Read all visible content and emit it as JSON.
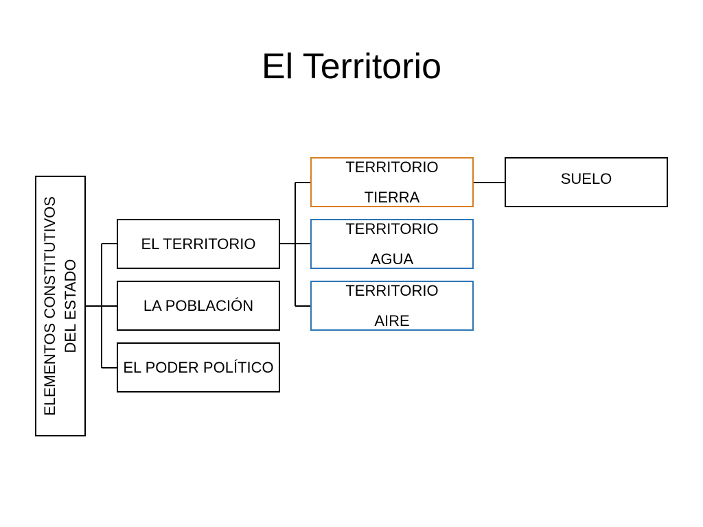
{
  "title": "El Territorio",
  "root": {
    "line1": "ELEMENTOS CONSTITUTIVOS",
    "line2": "DEL ESTADO"
  },
  "level1": [
    {
      "label": "EL TERRITORIO"
    },
    {
      "label": "LA POBLACIÓN"
    },
    {
      "label": "EL PODER POLÍTICO"
    }
  ],
  "level2": [
    {
      "line1": "TERRITORIO",
      "line2": "TIERRA",
      "border_color": "#d97d22"
    },
    {
      "line1": "TERRITORIO",
      "line2": "AGUA",
      "border_color": "#2e75b6"
    },
    {
      "line1": "TERRITORIO",
      "line2": "AIRE",
      "border_color": "#2e75b6"
    }
  ],
  "level3": [
    {
      "label": "SUELO"
    }
  ],
  "colors": {
    "line": "#000000",
    "accent_orange": "#d97d22",
    "accent_blue": "#2e75b6"
  }
}
